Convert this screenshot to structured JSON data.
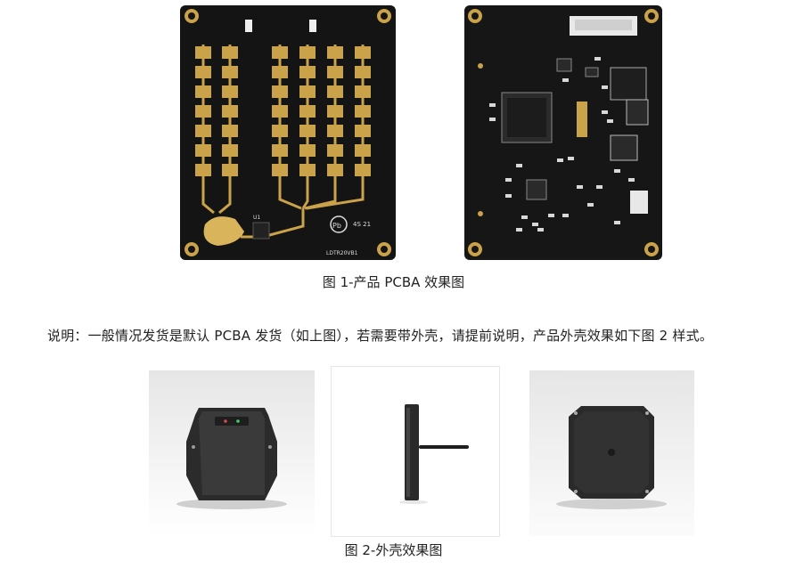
{
  "figure1": {
    "caption": "图 1-产品 PCBA 效果图",
    "board_front": {
      "silkscreen_ic": "U1",
      "silkscreen_code": "LDTR20VB1",
      "silkscreen_mark": "4S 21"
    }
  },
  "note": "说明：一般情况发货是默认 PCBA 发货（如上图），若需要带外壳，请提前说明，产品外壳效果如下图 2 样式。",
  "figure2": {
    "caption": "图 2-外壳效果图"
  },
  "colors": {
    "pcb": "#141414",
    "copper": "#c9a24a",
    "pad_gold": "#d9b45a",
    "enclosure": "#2a2a2a"
  }
}
